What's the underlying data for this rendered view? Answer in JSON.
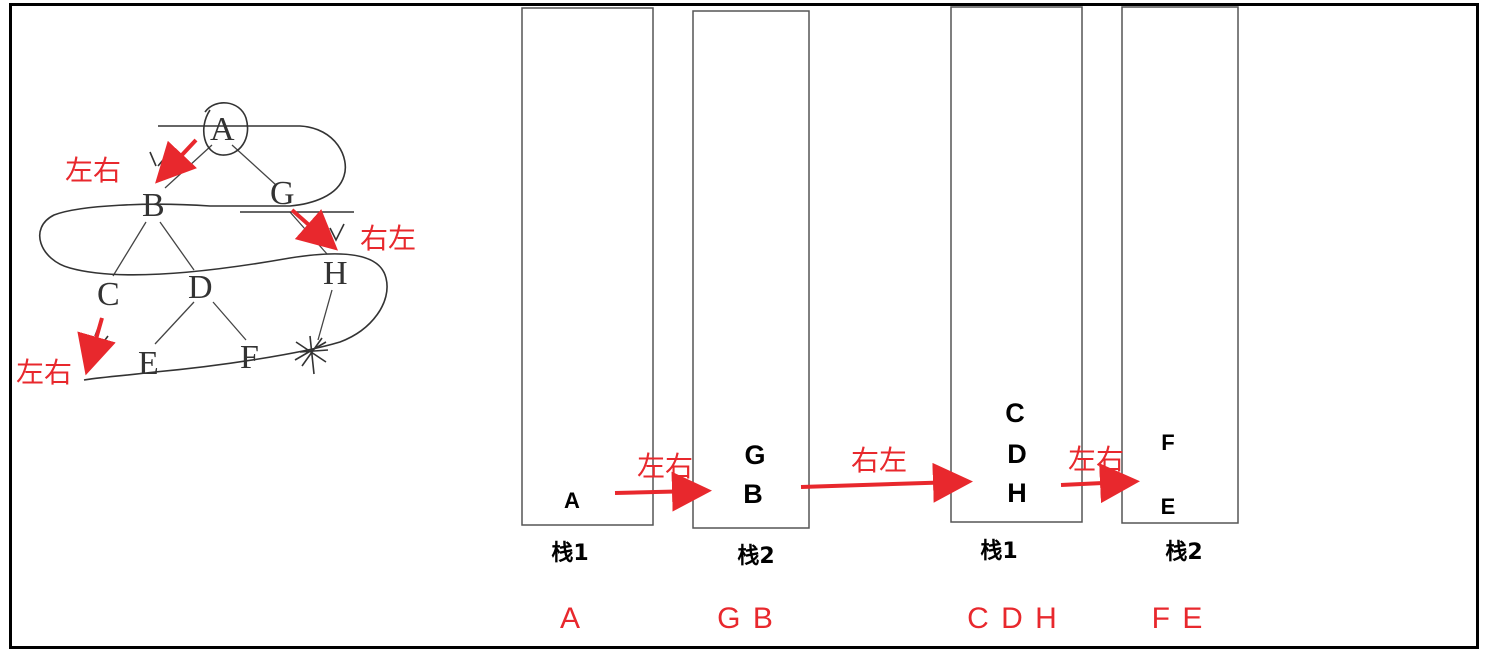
{
  "tree": {
    "nodes": {
      "A": "A",
      "B": "B",
      "G": "G",
      "C": "C",
      "D": "D",
      "H": "H",
      "E": "E",
      "F": "F"
    },
    "direction_labels": [
      "左右",
      "右左",
      "左右"
    ]
  },
  "stacks": [
    {
      "label": "栈1",
      "elements": [
        "A"
      ],
      "output": "A"
    },
    {
      "label": "栈2",
      "elements": [
        "G",
        "B"
      ],
      "output": "G B"
    },
    {
      "label": "栈1",
      "elements": [
        "C",
        "D",
        "H"
      ],
      "output": "C D H"
    },
    {
      "label": "栈2",
      "elements": [
        "F",
        "E"
      ],
      "output": "F E"
    }
  ],
  "transitions": [
    "左右",
    "右左",
    "左右"
  ],
  "colors": {
    "accent": "#e8282d",
    "border": "#000000",
    "text": "#000000"
  }
}
